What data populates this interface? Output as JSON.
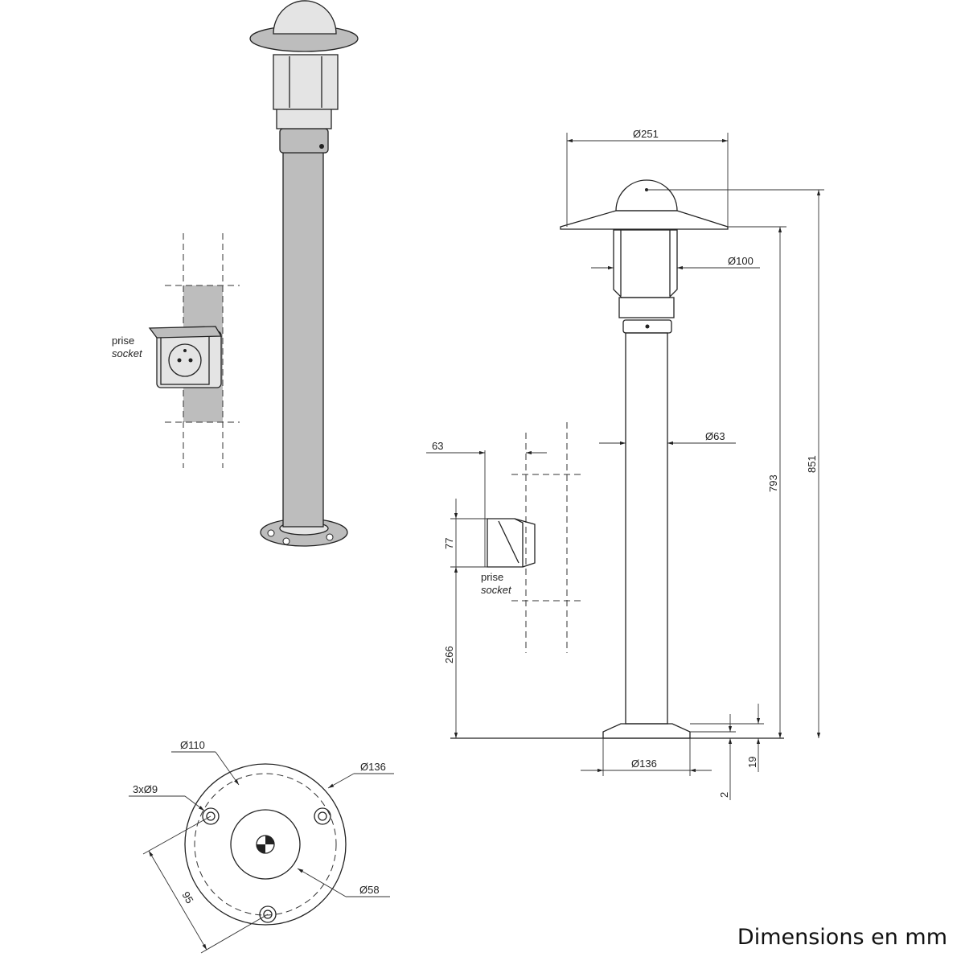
{
  "labels": {
    "d251": "Ø251",
    "d100": "Ø100",
    "d63": "Ø63",
    "w63": "63",
    "h77": "77",
    "h266": "266",
    "h793": "793",
    "h851": "851",
    "d136_elev": "Ø136",
    "h19": "19",
    "h2": "2",
    "d110": "Ø110",
    "d136_plan": "Ø136",
    "holes": "3xØ9",
    "l95": "95",
    "d58": "Ø58"
  },
  "socket_labels": {
    "left_fr": "prise",
    "left_en": "socket",
    "right_fr": "prise",
    "right_en": "socket"
  },
  "footer": "Dimensions en mm"
}
